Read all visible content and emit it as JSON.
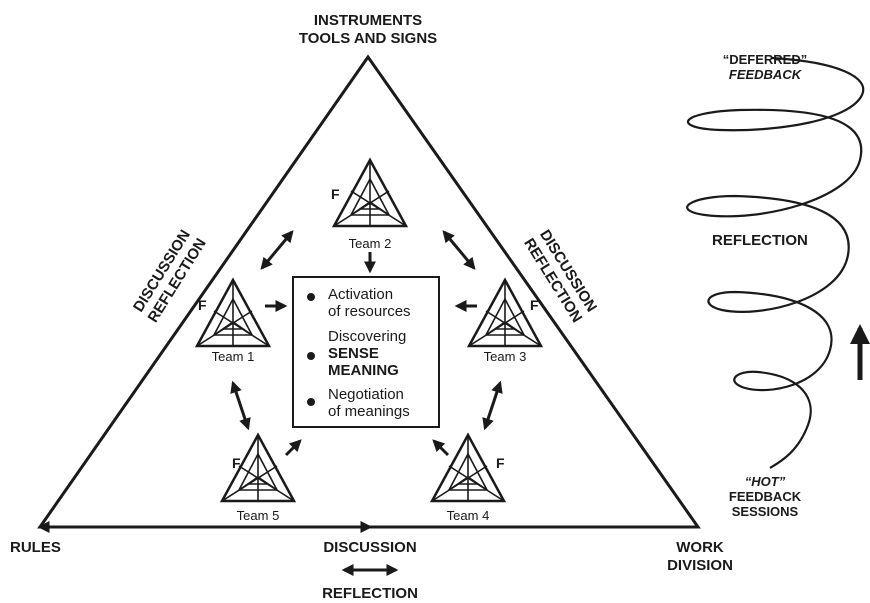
{
  "corners": {
    "top": [
      "INSTRUMENTS",
      "TOOLS AND SIGNS"
    ],
    "bottom_left": "RULES",
    "bottom_right": [
      "WORK",
      "DIVISION"
    ],
    "bottom_center_top": "DISCUSSION",
    "bottom_center_bottom": "REFLECTION"
  },
  "sides": {
    "left": [
      "DISCUSSION",
      "REFLECTION"
    ],
    "right": [
      "DISCUSSION",
      "REFLECTION"
    ]
  },
  "teams": {
    "t1": "Team 1",
    "t2": "Team 2",
    "t3": "Team 3",
    "t4": "Team 4",
    "t5": "Team 5",
    "f": "F"
  },
  "center_box": {
    "item1": [
      "Activation",
      "of resources"
    ],
    "item2": [
      "Discovering",
      "SENSE",
      "MEANING"
    ],
    "item3": [
      "Negotiation",
      "of meanings"
    ]
  },
  "spiral": {
    "top": [
      "“DEFERRED”",
      "FEEDBACK"
    ],
    "middle": "REFLECTION",
    "bottom": [
      "“HOT”",
      "FEEDBACK",
      "SESSIONS"
    ]
  },
  "colors": {
    "ink": "#1a1a1a",
    "background": "#ffffff"
  },
  "icons": [
    "team-triangle-icon",
    "double-arrow-icon",
    "arrow-icon",
    "spiral-icon"
  ]
}
